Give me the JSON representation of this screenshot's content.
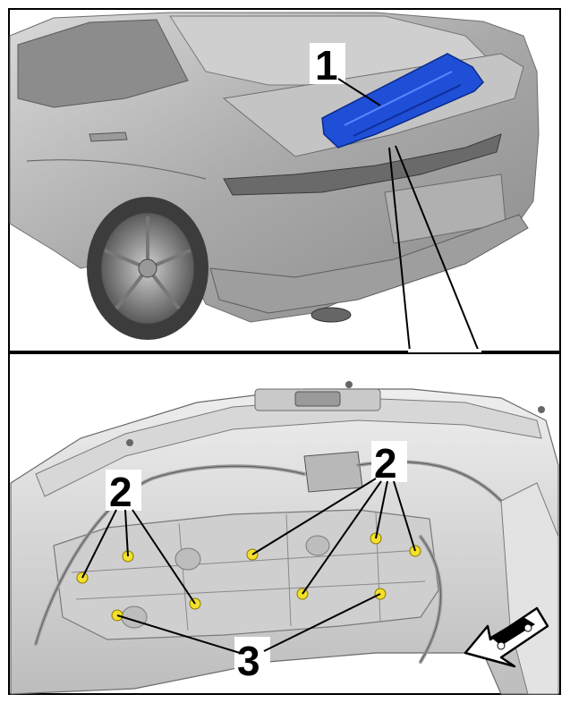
{
  "labels": {
    "callout_1": "1",
    "callout_2_left": "2",
    "callout_2_right": "2",
    "callout_3": "3"
  },
  "colors": {
    "highlight_blue": "#1f4fd6",
    "callout_yellow": "#f3e02a",
    "frame": "#000000",
    "body_grey": "#b9b9b9"
  },
  "icons": {
    "direction_arrow": "car-direction-arrow-icon"
  }
}
